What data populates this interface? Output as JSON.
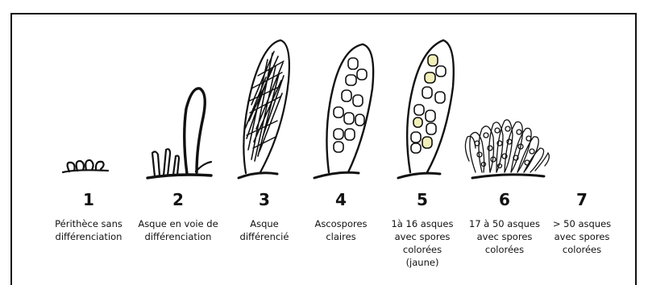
{
  "stages": [
    {
      "number": "1",
      "label": "Périthèce sans\ndifférenciation"
    },
    {
      "number": "2",
      "label": "Asque en voie de\ndifférenciation"
    },
    {
      "number": "3",
      "label": "Asque\ndifférencié"
    },
    {
      "number": "4",
      "label": "Ascospores\nclaires"
    },
    {
      "number": "5",
      "label": "1à 16 asques\navec spores\ncolorées\n(jaune)"
    },
    {
      "number": "6",
      "label": "17 à 50 asques\navec spores\ncolorées"
    },
    {
      "number": "7",
      "label": "> 50 asques\navec spores\ncolorées"
    }
  ],
  "colors": {
    "ink": "#111111",
    "spore_yellow": "#f3efb8"
  }
}
